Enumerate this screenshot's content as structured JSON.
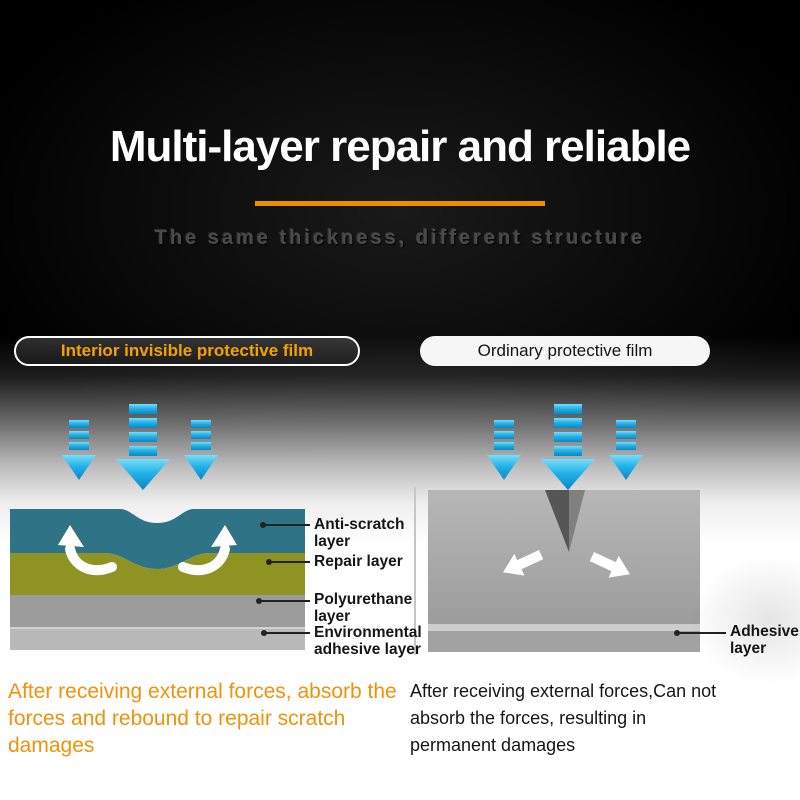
{
  "header": {
    "title": "Multi-layer repair and reliable",
    "subtitle": "The same thickness, different structure"
  },
  "comparison": {
    "left": {
      "pill": "Interior invisible protective film",
      "layer_labels": [
        "Anti-scratch layer",
        "Repair layer",
        "Polyurethane layer",
        "Environmental adhesive layer"
      ],
      "description": "After receiving external forces, absorb the forces and rebound to repair scratch damages"
    },
    "right": {
      "pill": "Ordinary protective film",
      "layer_labels": [
        "Adhesive layer"
      ],
      "description": "After receiving external forces,Can not absorb the forces, resulting in permanent damages"
    }
  },
  "colors": {
    "accent_orange": "#f08c00",
    "arrow_blue": "#1fa9e0",
    "anti_scratch_layer_teal": "#2e7386",
    "repair_layer_olive": "#8e9322",
    "polyurethane_layer_gray": "#9c9c9c",
    "adhesive_layer_gray": "#b9b9b9",
    "ordinary_block_gray": "#a5a5a5"
  }
}
